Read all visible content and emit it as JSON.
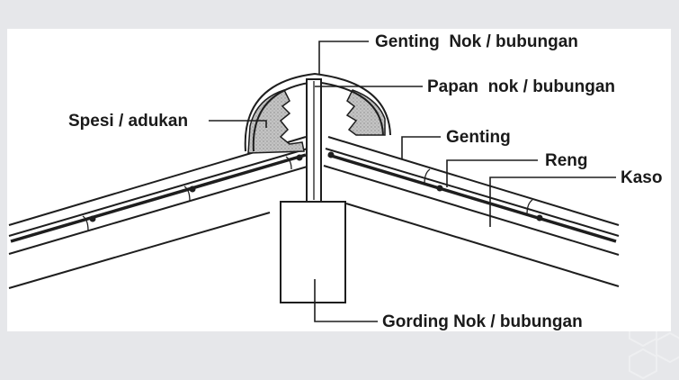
{
  "labels": {
    "genting_nok": "Genting  Nok / bubungan",
    "papan_nok": "Papan  nok / bubungan",
    "spesi": "Spesi / adukan",
    "genting": "Genting",
    "reng": "Reng",
    "kaso": "Kaso",
    "gording_nok": "Gording Nok / bubungan"
  },
  "colors": {
    "background": "#e6e7ea",
    "paper": "#ffffff",
    "ink": "#1e1e1e",
    "mortar": "#b7b7b7"
  }
}
